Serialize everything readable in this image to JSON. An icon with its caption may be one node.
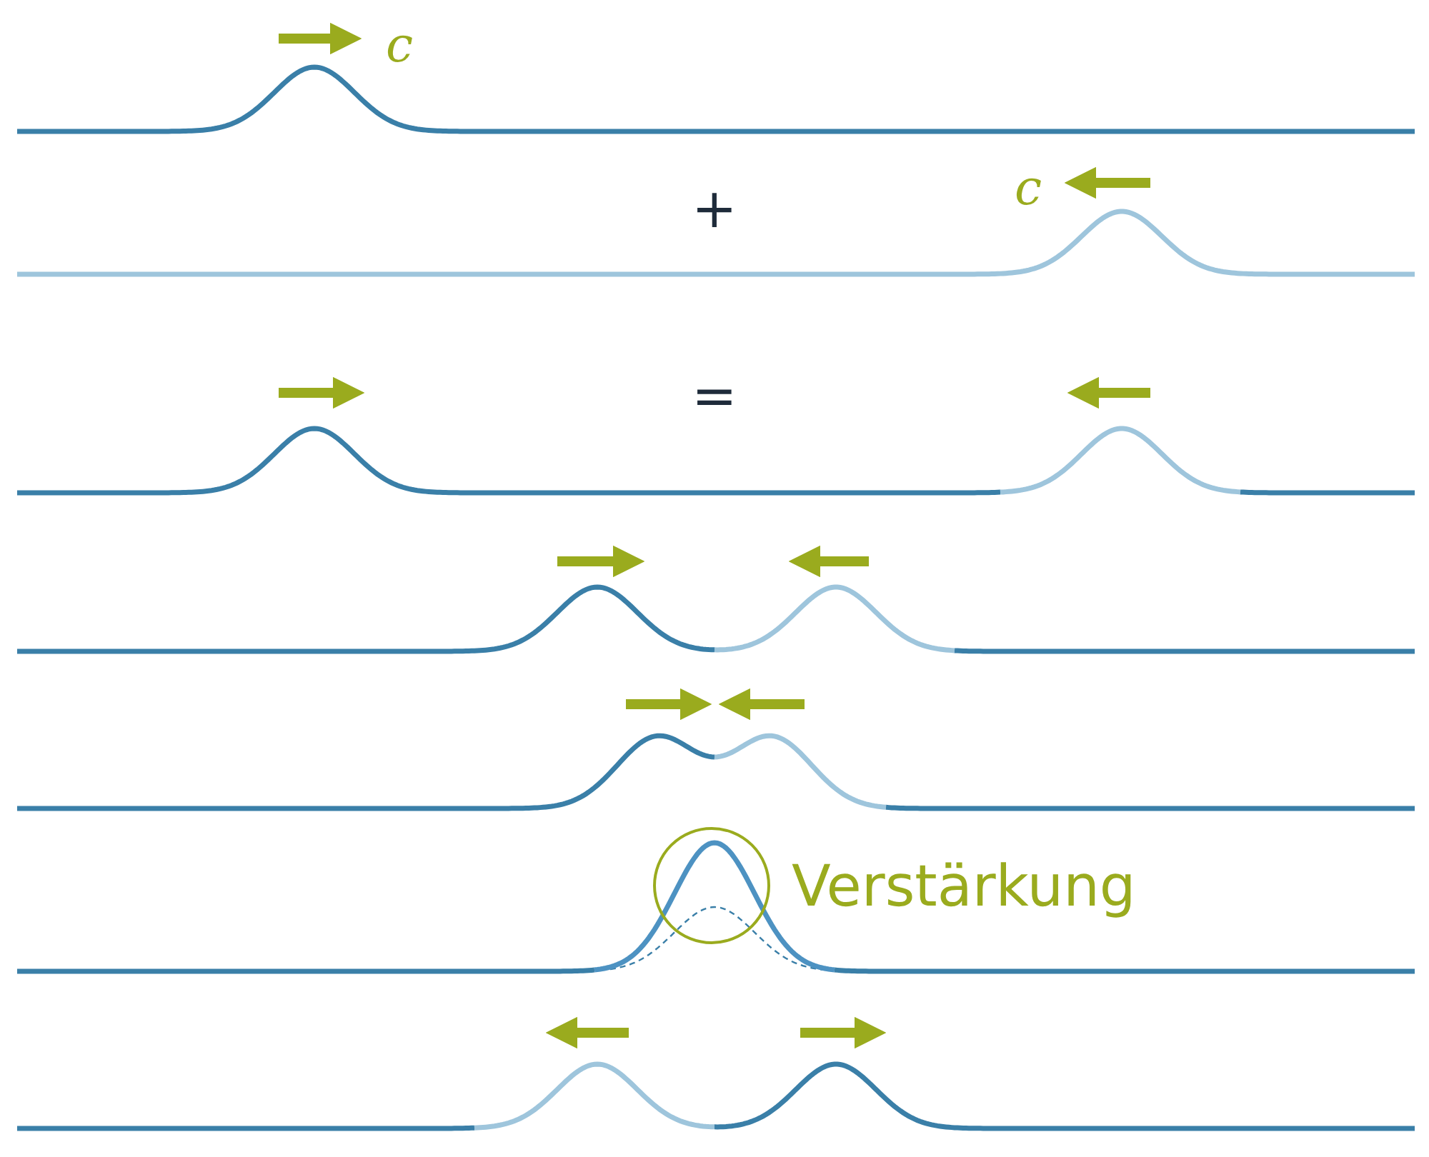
{
  "diagram": {
    "labels": [
      "c",
      "c",
      "+",
      "=",
      "Verstärkung"
    ]
  }
}
